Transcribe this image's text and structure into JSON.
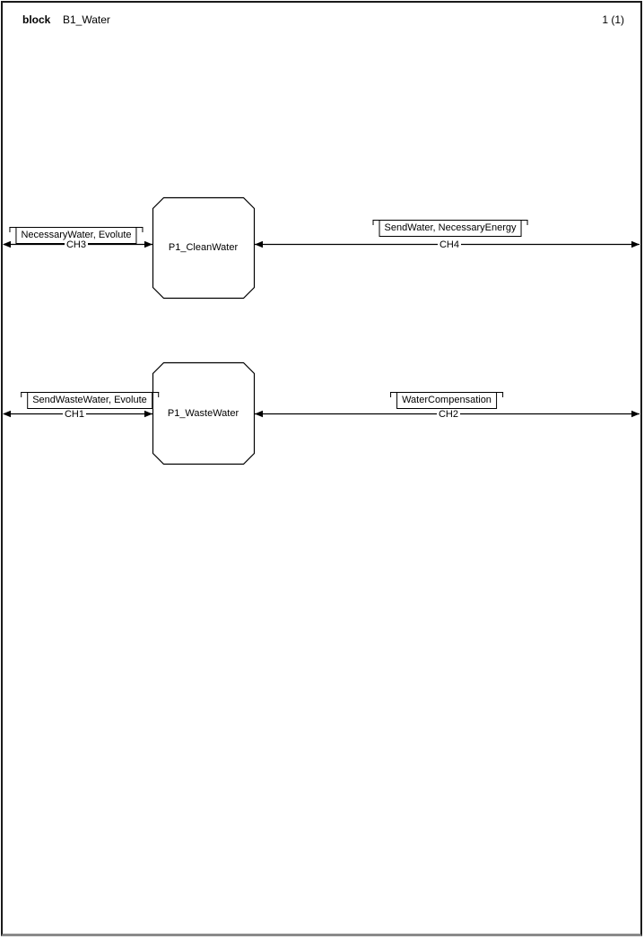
{
  "header": {
    "kind_label": "block",
    "diagram_name": "B1_Water",
    "page_number": "1 (1)"
  },
  "diagram": {
    "processes": [
      {
        "name": "P1_CleanWater"
      },
      {
        "name": "P1_WasteWater"
      }
    ],
    "channels": [
      {
        "id": "CH3",
        "signals": "NecessaryWater, Evolute"
      },
      {
        "id": "CH4",
        "signals": "SendWater, NecessaryEnergy"
      },
      {
        "id": "CH1",
        "signals": "SendWasteWater, Evolute"
      },
      {
        "id": "CH2",
        "signals": "WaterCompensation"
      }
    ],
    "colors": {
      "line": "#000000",
      "background": "#ffffff",
      "frame_shadow": "#8a8a8a"
    }
  }
}
